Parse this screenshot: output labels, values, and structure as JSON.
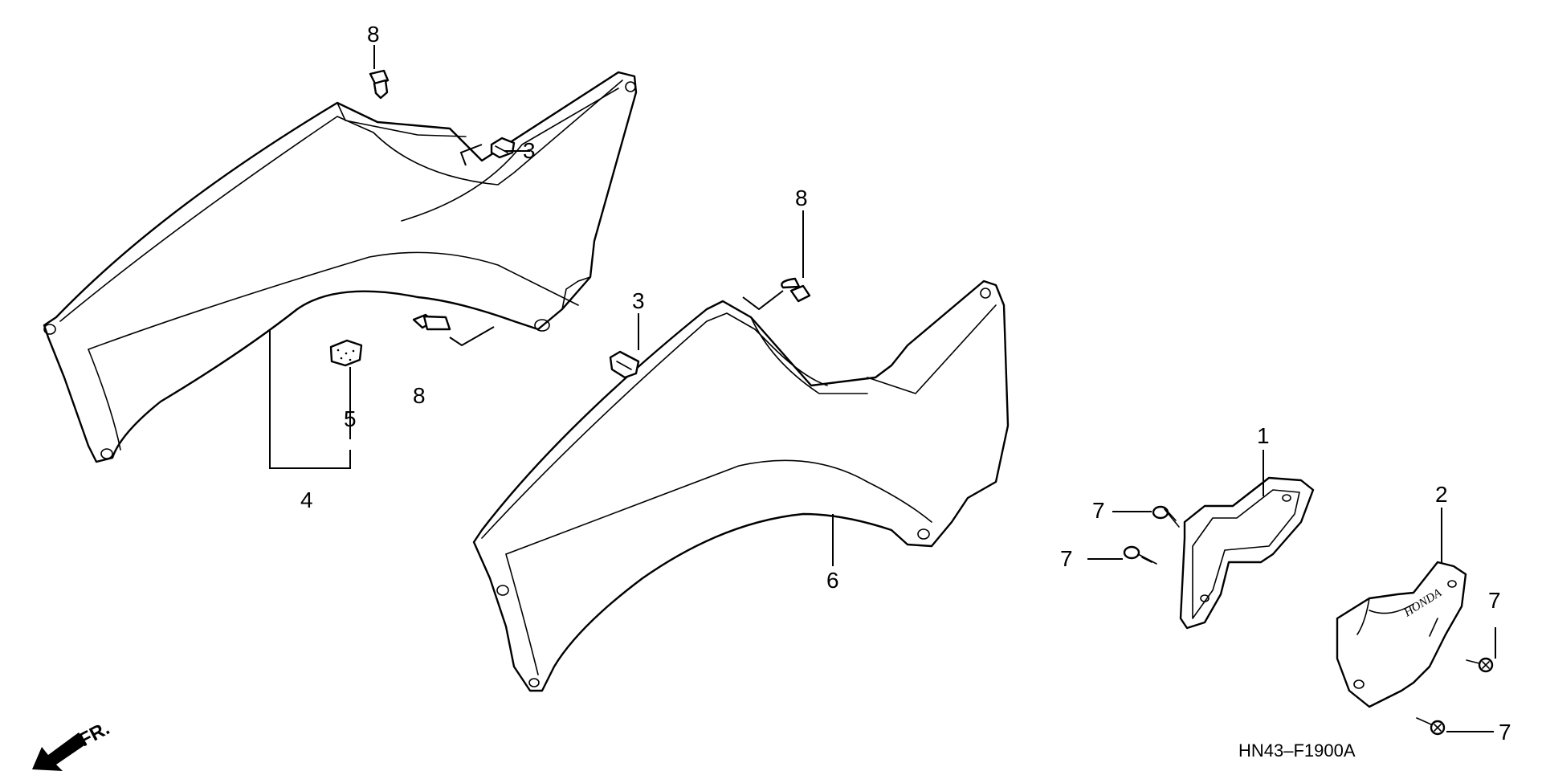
{
  "diagram": {
    "drawing_code": "HN43–F1900A",
    "front_marker": "FR.",
    "brand_mark": "HONDA",
    "callouts": {
      "c1": "1",
      "c2": "2",
      "c3a": "3",
      "c3b": "3",
      "c4": "4",
      "c5": "5",
      "c6": "6",
      "c7a": "7",
      "c7b": "7",
      "c7c": "7",
      "c7d": "7",
      "c8a": "8",
      "c8b": "8",
      "c8c": "8"
    }
  }
}
